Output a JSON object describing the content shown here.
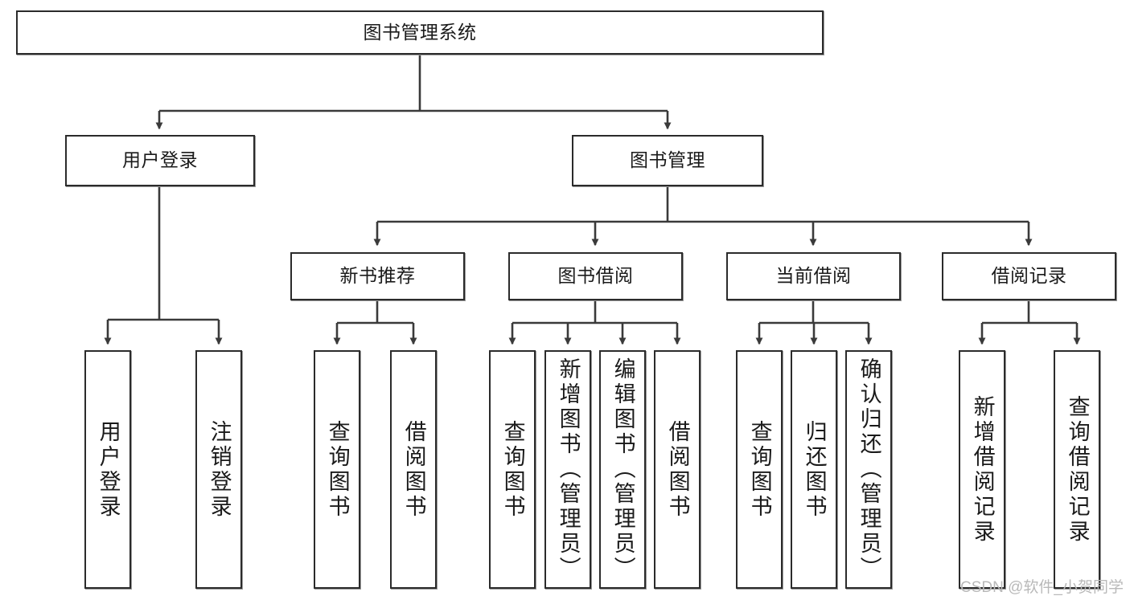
{
  "diagram": {
    "type": "tree-hierarchy-chart",
    "title": "图书管理系统",
    "colors": {
      "box_border": "#2b2b2b",
      "box_fill": "#ffffff",
      "connector": "#3a3a3a",
      "text": "#1a1a1a",
      "watermark": "#b9b9b9"
    },
    "root": {
      "label": "图书管理系统"
    },
    "level2": [
      {
        "label": "用户登录"
      },
      {
        "label": "图书管理"
      }
    ],
    "level3": [
      {
        "label": "新书推荐"
      },
      {
        "label": "图书借阅"
      },
      {
        "label": "当前借阅"
      },
      {
        "label": "借阅记录"
      }
    ],
    "leaves": {
      "user_login": [
        {
          "label": "用户登录"
        },
        {
          "label": "注销登录"
        }
      ],
      "new_book_recommend": [
        {
          "label": "查询图书"
        },
        {
          "label": "借阅图书"
        }
      ],
      "book_borrow": [
        {
          "label": "查询图书"
        },
        {
          "label": "新增图书（管理员）"
        },
        {
          "label": "编辑图书（管理员）"
        },
        {
          "label": "借阅图书"
        }
      ],
      "current_borrow": [
        {
          "label": "查询图书"
        },
        {
          "label": "归还图书"
        },
        {
          "label": "确认归还（管理员）"
        }
      ],
      "borrow_record": [
        {
          "label": "新增借阅记录"
        },
        {
          "label": "查询借阅记录"
        }
      ]
    }
  },
  "watermark": {
    "text": "CSDN @软件_小贺同学"
  }
}
